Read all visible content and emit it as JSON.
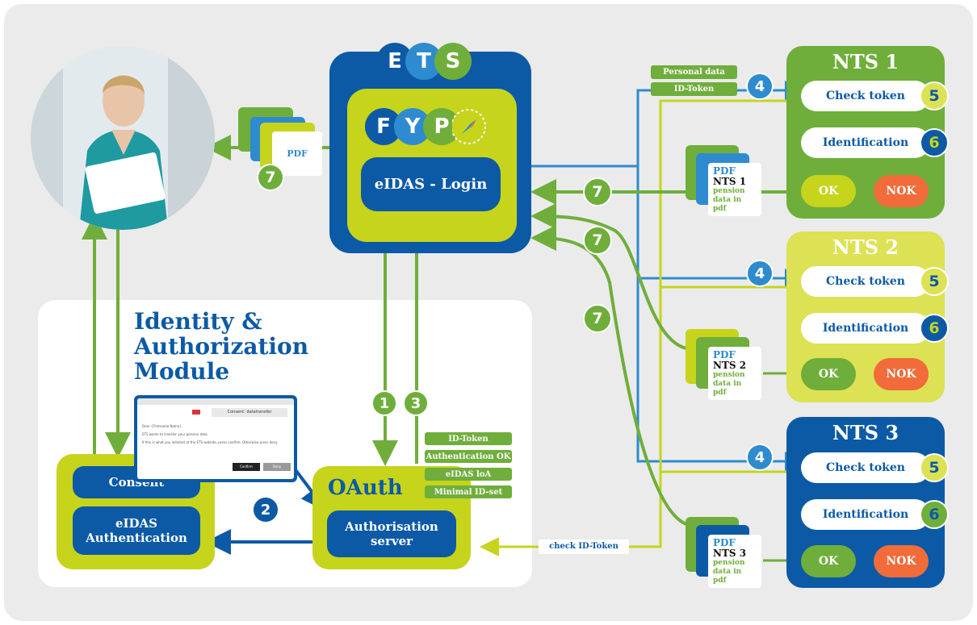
{
  "ets": {
    "letters": [
      "E",
      "T",
      "S"
    ]
  },
  "fyp": {
    "letters": [
      "F",
      "Y",
      "P"
    ],
    "login_label": "eIDAS - Login"
  },
  "pdf_to_user": {
    "label": "PDF",
    "step": "7"
  },
  "module": {
    "title_line1": "Identity &",
    "title_line2": "Authorization",
    "title_line3": "Module"
  },
  "consent_box": {
    "consent": "Consent",
    "auth_line1": "eIDAS",
    "auth_line2": "Authentication"
  },
  "oauth": {
    "title": "OAuth",
    "server_line1": "Authorisation",
    "server_line2": "server",
    "tags": [
      "ID-Token",
      "Authentication OK",
      "eIDAS loA",
      "Minimal ID-set"
    ]
  },
  "consent_screen": {
    "header": "Consent: datatransfer",
    "line1": "Dear {Firstname Name},",
    "line2": "ETS wants to transfer your pension data.",
    "line3": "If this is what you initiated at the ETS website, press confirm. Otherwise press deny.",
    "confirm": "Confirm",
    "deny": "Deny"
  },
  "steps": {
    "one": "1",
    "two": "2",
    "three": "3",
    "four": "4",
    "five": "5",
    "six": "6",
    "seven": "7"
  },
  "token_tags": {
    "personal": "Personal data",
    "idtoken": "ID-Token"
  },
  "check_idtoken": "check ID-Token",
  "nts": [
    {
      "title": "NTS 1",
      "check": "Check token",
      "ident": "Identification",
      "ok": "OK",
      "nok": "NOK",
      "pdf": "PDF",
      "pdf_name": "NTS 1",
      "pdf_desc1": "pension",
      "pdf_desc2": "data in pdf"
    },
    {
      "title": "NTS 2",
      "check": "Check token",
      "ident": "Identification",
      "ok": "OK",
      "nok": "NOK",
      "pdf": "PDF",
      "pdf_name": "NTS 2",
      "pdf_desc1": "pension",
      "pdf_desc2": "data in pdf"
    },
    {
      "title": "NTS 3",
      "check": "Check token",
      "ident": "Identification",
      "ok": "OK",
      "nok": "NOK",
      "pdf": "PDF",
      "pdf_name": "NTS 3",
      "pdf_desc1": "pension",
      "pdf_desc2": "data in pdf"
    }
  ],
  "colors": {
    "dark_blue": "#0c5aa6",
    "mid_blue": "#2e8bd0",
    "green": "#6fae3b",
    "lime": "#c6d41c",
    "pale_lime": "#dde154",
    "orange": "#f26b3a"
  }
}
